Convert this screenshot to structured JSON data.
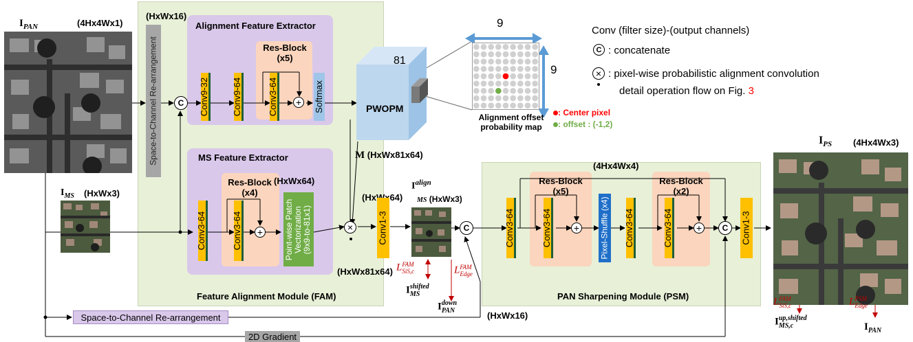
{
  "colors": {
    "fam_bg": "#e8f0d8",
    "psm_bg": "#e8f0d8",
    "extractor_bg": "#d9c8ea",
    "resblock_bg": "#fbd5bd",
    "conv_yellow": "#ffc000",
    "conv_stripe": "#1f5f3a",
    "softmax": "#9fc5e8",
    "pwopm": "#bdd7ee",
    "green_box": "#70ad47",
    "pixel_shuffle": "#1f6fc8",
    "gray_box": "#a6a6a6",
    "arrow_blue": "#5b9bd5",
    "red": "#ff0000",
    "green": "#70ad47"
  },
  "inputs": {
    "pan_label": "I",
    "pan_sub": "PAN",
    "pan_size": "(4Hx4Wx1)",
    "ms_label": "I",
    "ms_sub": "MS",
    "ms_size": "(HxWx3)"
  },
  "output": {
    "ps_label": "I",
    "ps_sub": "PS",
    "ps_size": "(4Hx4Wx3)"
  },
  "fam": {
    "title": "Feature Alignment Module (FAM)",
    "s2c_vertical": "Space-to-Channel Re-arrangement",
    "s2c_size": "(HxWx16)",
    "afe": {
      "title": "Alignment Feature Extractor",
      "conv1": "Conv9-32",
      "conv2": "Conv9-64",
      "resblock_title": "Res-Block",
      "resblock_count": "(x5)",
      "resblock_conv": "Conv3-64",
      "softmax": "Softmax"
    },
    "mfe": {
      "title": "MS Feature Extractor",
      "conv1": "Conv3-64",
      "resblock_title": "Res-Block",
      "resblock_count": "(x4)",
      "resblock_conv": "Conv3-64",
      "size_label": "(HxWx64)",
      "patch_vec_line1": "Point-wise Patch",
      "patch_vec_line2": "Vectorization",
      "patch_vec_line3": "(9x9-to-81x1)"
    },
    "pwopm": "PWOPM",
    "pwopm_depth": "81",
    "m_label": "M",
    "m_size": "(HxWx81x64)",
    "hxw64": "(HxWx64)",
    "hxw81x64": "(HxWx81x64)",
    "conv13": "Conv1-3"
  },
  "offset_map": {
    "dim_top": "9",
    "dim_right": "9",
    "caption_line1": "Alignment offset",
    "caption_line2": "probability map",
    "center_label": "Center pixel",
    "offset_label": "offset : (-1,2)"
  },
  "legend": {
    "conv": "Conv (filter size)-(output channels)",
    "concat_symbol": "C",
    "concat": ":  concatenate",
    "pixelwise_line1": ":  pixel-wise probabilistic alignment convolution",
    "pixelwise_line2_prefix": "detail operation flow on Fig.",
    "pixelwise_line2_ref": "3"
  },
  "middle": {
    "align_label": "I",
    "align_sup": "align",
    "align_sub": "MS",
    "align_size": "(HxWx3)",
    "loss_sis_L": "L",
    "loss_sis_sup": "FAM",
    "loss_sis_sub": "SiS,c",
    "loss_edge_L": "L",
    "loss_edge_sup": "FAM",
    "loss_edge_sub": "Edge",
    "shifted_I": "I",
    "shifted_sup": "shifted",
    "shifted_sub": "MS",
    "down_I": "I",
    "down_sup": "down",
    "down_sub": "PAN",
    "hxw16_bottom": "(HxWx16)"
  },
  "psm": {
    "title": "PAN Sharpening Module (PSM)",
    "conv_in": "Conv3-64",
    "rb1_title": "Res-Block",
    "rb1_count": "(x5)",
    "rb1_conv": "Conv3-64",
    "pixel_shuffle": "Pixel-Shuffle (x4)",
    "size_label": "(4Hx4Wx4)",
    "conv_mid": "Conv3-64",
    "rb2_title": "Res-Block",
    "rb2_count": "(x2)",
    "rb2_conv": "Conv3-64",
    "conv_out": "Conv1-3"
  },
  "bottom": {
    "s2c": "Space-to-Channel Re-arrangement",
    "gradient": "2D Gradient"
  },
  "output_losses": {
    "loss_sis_L": "L",
    "loss_sis_sup": "FAM",
    "loss_sis_sub": "SiS,c",
    "loss_edge_L": "L",
    "loss_edge_sup": "PSM",
    "loss_edge_sub": "Edge",
    "up_I": "I",
    "up_sup": "up,shifted",
    "up_sub": "MS,c",
    "pan_I": "I",
    "pan_sub": "PAN"
  },
  "concat_symbol": "C"
}
